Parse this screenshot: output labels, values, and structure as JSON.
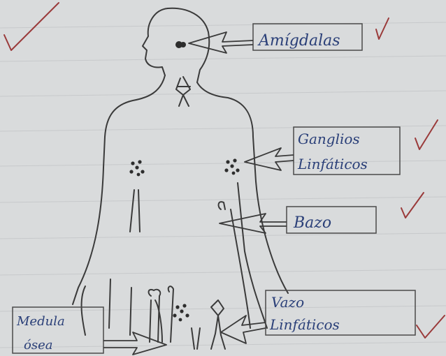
{
  "diagram": {
    "labels": {
      "amigdalas": "Amígdalas",
      "ganglios_line1": "Ganglios",
      "ganglios_line2": "Linfáticos",
      "bazo": "Bazo",
      "vazo_line1": "Vazo",
      "vazo_line2": "Linfáticos",
      "medula_line1": "Medula",
      "medula_line2": "ósea"
    },
    "colors": {
      "paper": "#d9dbdc",
      "pencil": "#3a3a3a",
      "ink": "#2a3f78",
      "check": "#9a3a3a"
    }
  }
}
